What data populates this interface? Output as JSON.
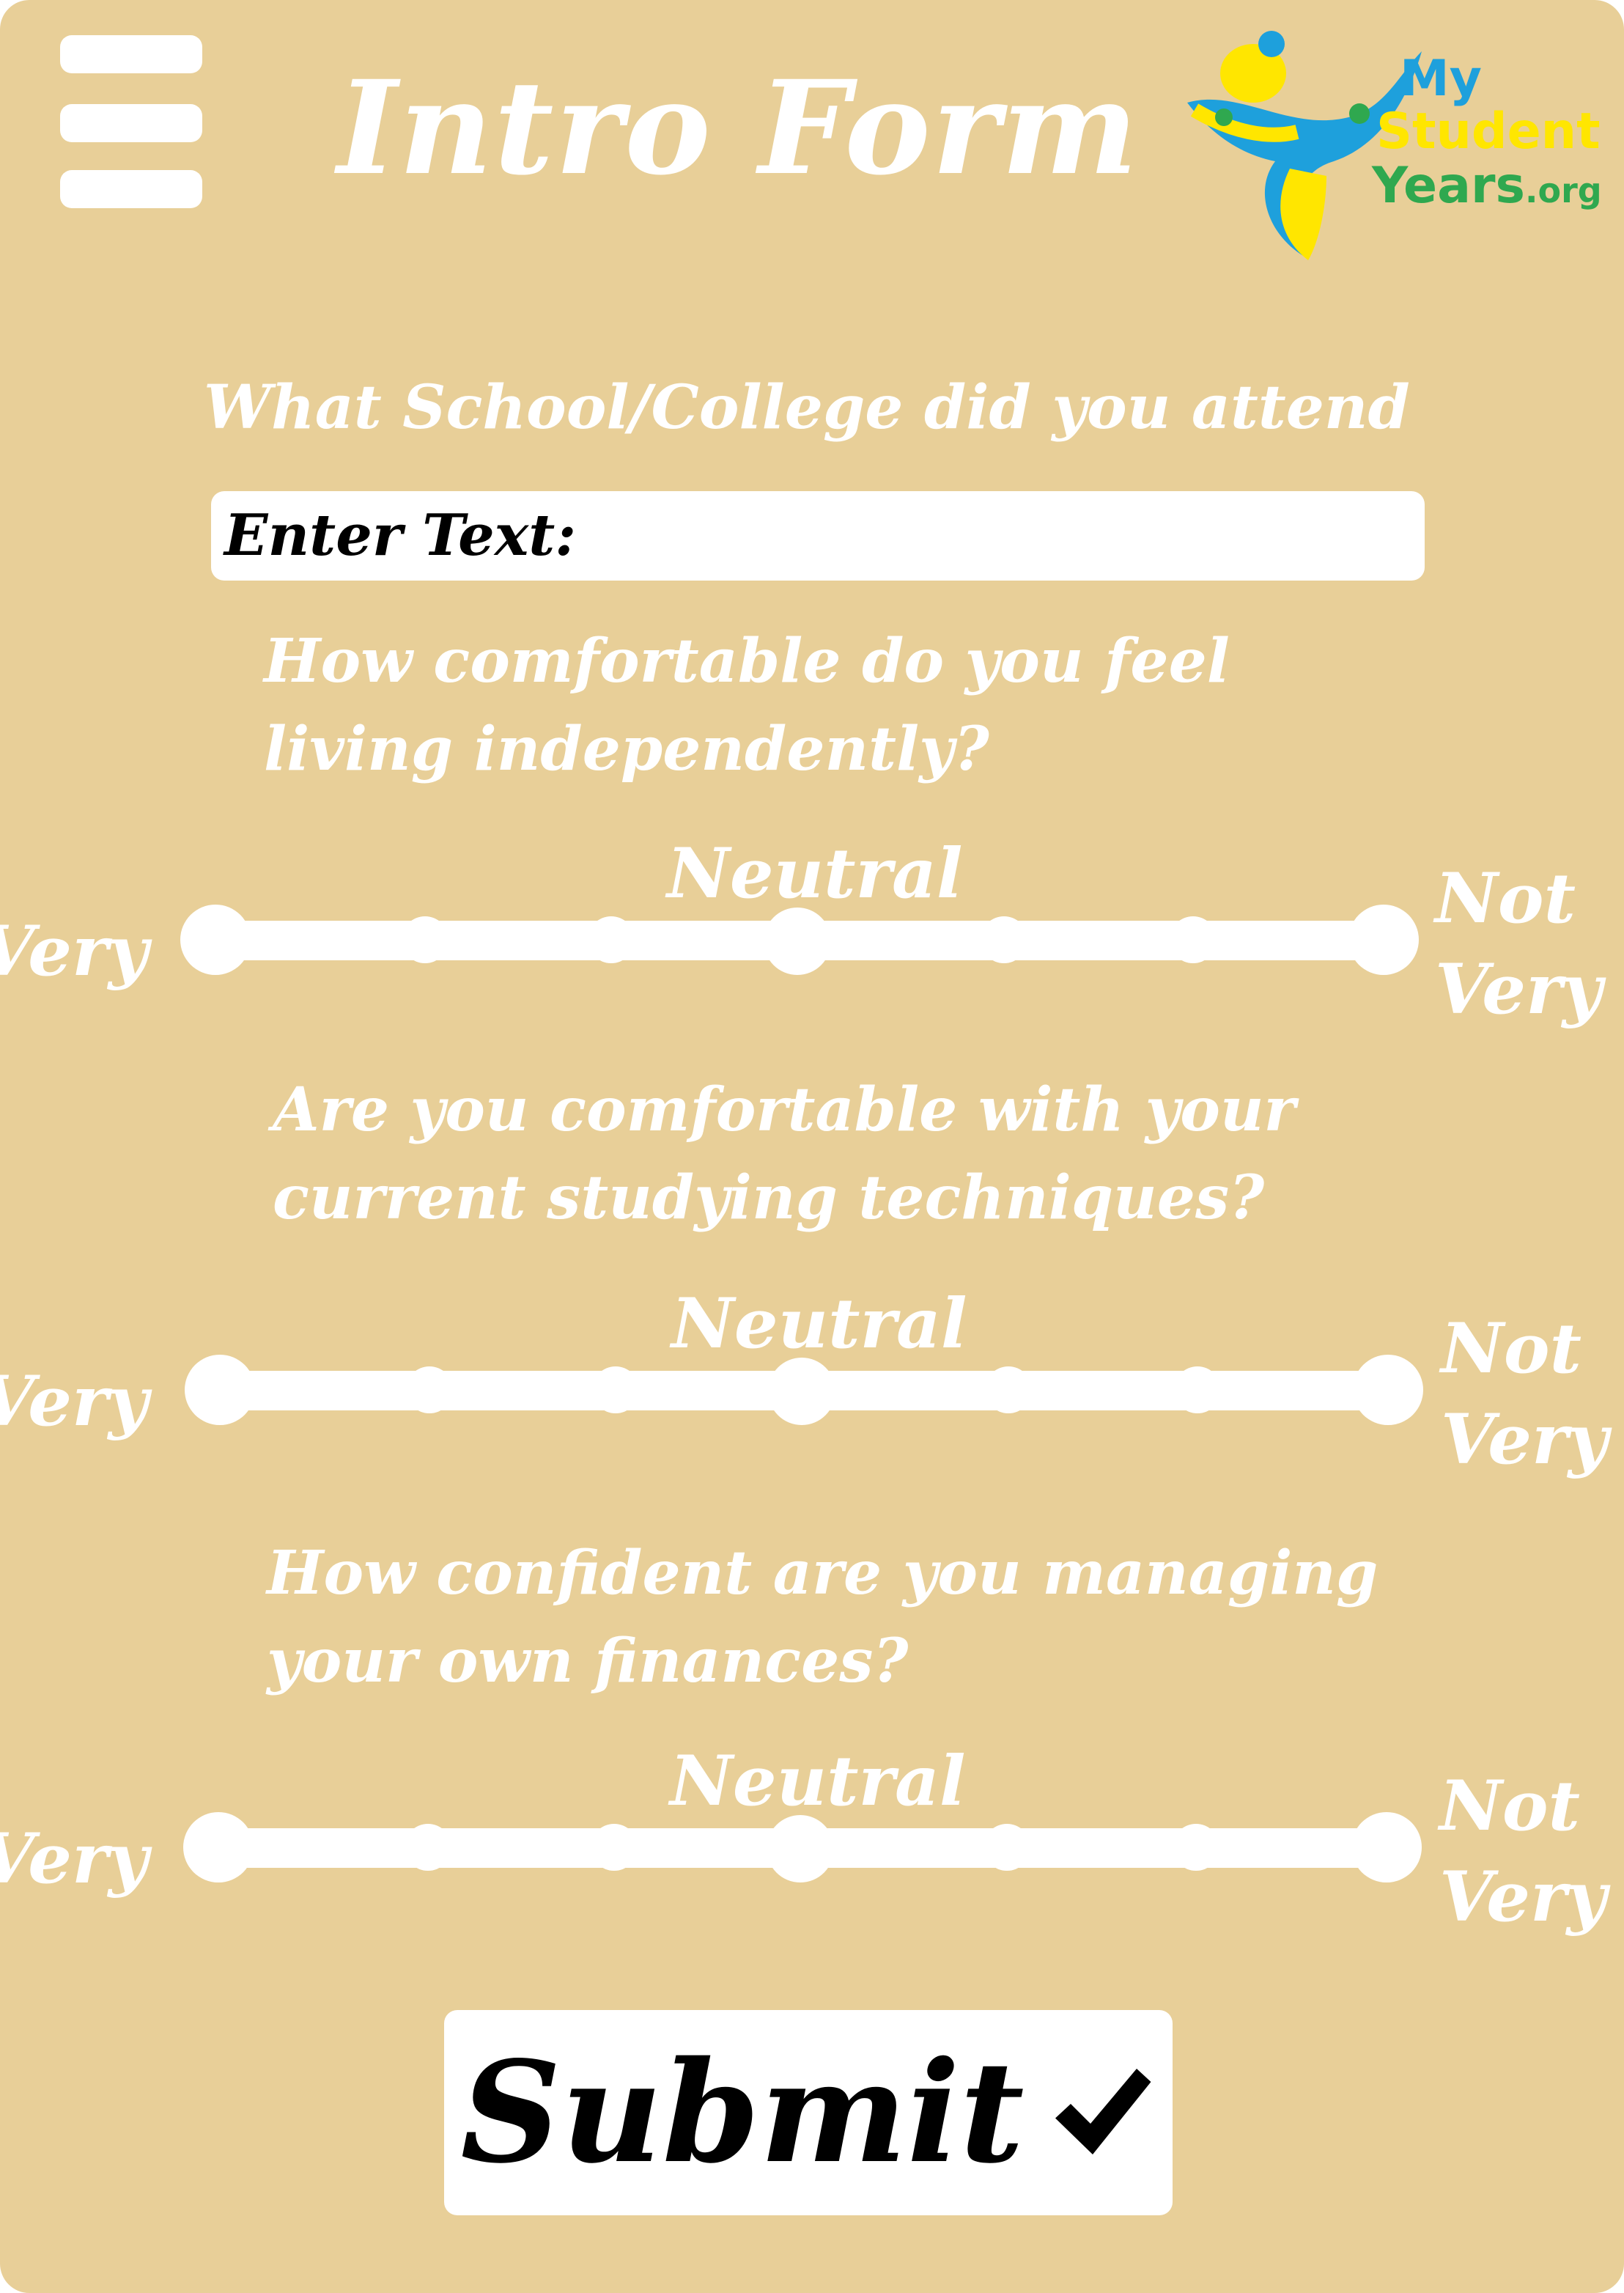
{
  "header": {
    "title": "Intro Form",
    "menu_icon": "hamburger-menu-icon",
    "logo": {
      "line1": "My",
      "line2": "Student",
      "line3": "Years",
      "suffix": ".org"
    }
  },
  "colors": {
    "background": "#e8cf98",
    "foreground": "#ffffff",
    "logo_blue": "#1ea0dc",
    "logo_yellow": "#ffe600",
    "logo_green": "#2fa84f"
  },
  "questions": [
    {
      "text": "What School/College did you attend",
      "input_placeholder": "Enter Text:"
    },
    {
      "line1": "How comfortable do you feel",
      "line2": "living independently?"
    },
    {
      "line1": "Are you comfortable with your",
      "line2": "current studying techniques?"
    },
    {
      "line1": "How confident are you managing",
      "line2": "your own finances?"
    }
  ],
  "scale": {
    "left_label": "Very",
    "center_label": "Neutral",
    "right_label_line1": "Not",
    "right_label_line2": "Very",
    "points": 7
  },
  "submit": {
    "label": "Submit",
    "icon": "checkmark-icon"
  }
}
